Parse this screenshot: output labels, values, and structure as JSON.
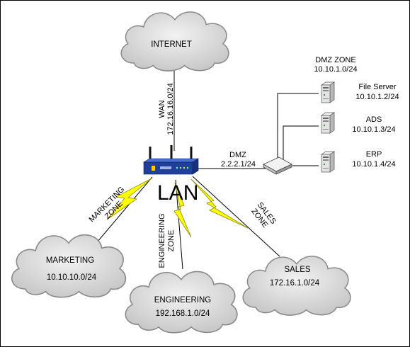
{
  "internet": {
    "label": "INTERNET"
  },
  "wan": {
    "label": "WAN",
    "subnet": "172.16.16.0/24"
  },
  "dmz": {
    "label": "DMZ",
    "subnet": "2.2.2.1/24"
  },
  "dmz_zone": {
    "title": "DMZ ZONE",
    "subnet": "10.10.1.0/24"
  },
  "servers": [
    {
      "name": "File Server",
      "ip": "10.10.1.2/24",
      "icon": "server-icon"
    },
    {
      "name": "ADS",
      "ip": "10.10.1.3/24",
      "icon": "server-icon"
    },
    {
      "name": "ERP",
      "ip": "10.10.1.4/24",
      "icon": "server-icon"
    }
  ],
  "lan": {
    "label": "LAN"
  },
  "links": {
    "marketing": {
      "line1": "MARKETING",
      "line2": "ZONE"
    },
    "engineering": {
      "line1": "ENGINEERING",
      "line2": "ZONE"
    },
    "sales": {
      "line1": "SALES",
      "line2": "ZONE"
    }
  },
  "zones": {
    "marketing": {
      "label": "MARKETING",
      "subnet": "10.10.10.0/24"
    },
    "engineering": {
      "label": "ENGINEERING",
      "subnet": "192.168.1.0/24"
    },
    "sales": {
      "label": "SALES",
      "subnet": "172.16.1.0/24"
    }
  },
  "colors": {
    "cloud_fill": "#d4d4d4",
    "cloud_stroke": "#8a8a8a",
    "bolt_fill": "#ffff00",
    "bolt_stroke": "#8a8a00",
    "router_body": "#1f3f9a",
    "frame": "#000000"
  }
}
